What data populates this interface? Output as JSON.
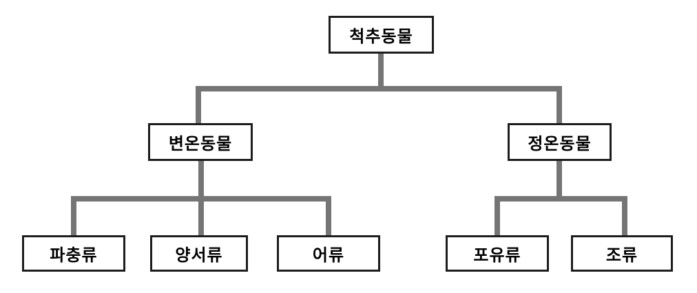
{
  "diagram": {
    "type": "tree",
    "background_color": "#ffffff",
    "connector_color": "#757575",
    "box_border_color": "#1d1d1d",
    "text_color": "#000000",
    "nodes": {
      "vertebrates": {
        "label": "척추동물"
      },
      "ectotherm": {
        "label": "변온동물"
      },
      "endotherm": {
        "label": "정온동물"
      },
      "reptiles": {
        "label": "파충류"
      },
      "amphibians": {
        "label": "양서류"
      },
      "fish": {
        "label": "어류"
      },
      "mammals": {
        "label": "포유류"
      },
      "birds": {
        "label": "조류"
      }
    },
    "hierarchy": {
      "root": "vertebrates",
      "children": {
        "vertebrates": [
          "ectotherm",
          "endotherm"
        ],
        "ectotherm": [
          "reptiles",
          "amphibians",
          "fish"
        ],
        "endotherm": [
          "mammals",
          "birds"
        ]
      }
    }
  }
}
